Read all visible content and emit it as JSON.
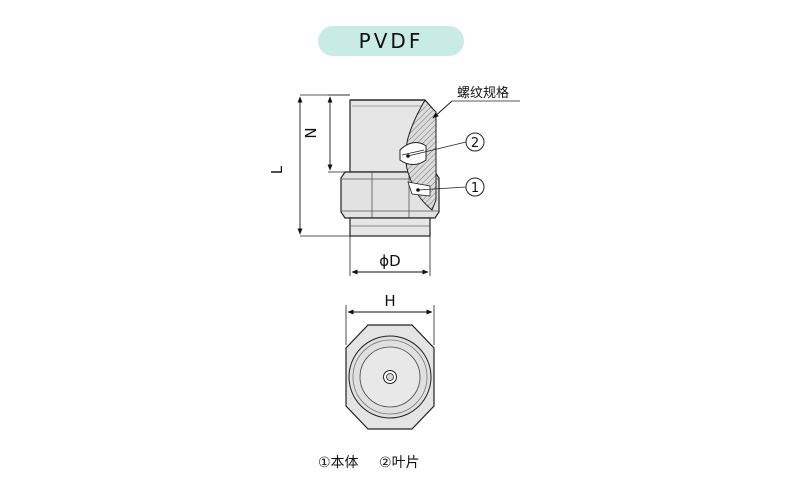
{
  "title": "PVDF",
  "side_view": {
    "callout_thread_spec": "螺纹规格",
    "callout_part_2": "2",
    "callout_part_1": "1",
    "dim_L": "L",
    "dim_N": "N",
    "dim_D": "ϕD"
  },
  "top_view": {
    "dim_H": "H"
  },
  "legend": {
    "item1": "①本体",
    "item2": "②叶片"
  },
  "colors": {
    "title_pill": "#c9ebe6",
    "body_fill": "#e4e4e4",
    "outline": "#222222"
  }
}
